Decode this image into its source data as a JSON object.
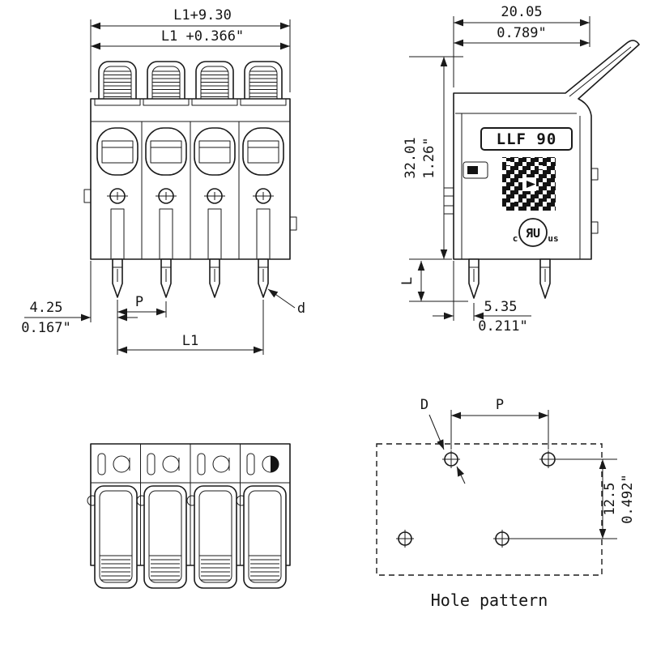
{
  "front_view": {
    "dim_width_mm": "L1+9.30",
    "dim_width_inch": "L1 +0.366\"",
    "dim_offset_mm": "4.25",
    "dim_offset_inch": "0.167\"",
    "pitch_label": "P",
    "length_label": "L1",
    "pin_dia_label": "d"
  },
  "side_view": {
    "dim_depth_mm": "20.05",
    "dim_depth_inch": "0.789\"",
    "dim_height_mm": "32.01",
    "dim_height_inch": "1.26\"",
    "pin_length_label": "L",
    "dim_pin_offset_mm": "5.35",
    "dim_pin_offset_inch": "0.211\"",
    "product_label": "LLF 90",
    "ul_c": "c",
    "ul_mark": "ЯU",
    "ul_us": "us"
  },
  "hole_pattern": {
    "hole_dia_label": "D",
    "pitch_label": "P",
    "dim_row_mm": "12.5",
    "dim_row_inch": "0.492\"",
    "caption": "Hole pattern"
  },
  "colors": {
    "line": "#1a1a1a",
    "ink": "#151515"
  }
}
